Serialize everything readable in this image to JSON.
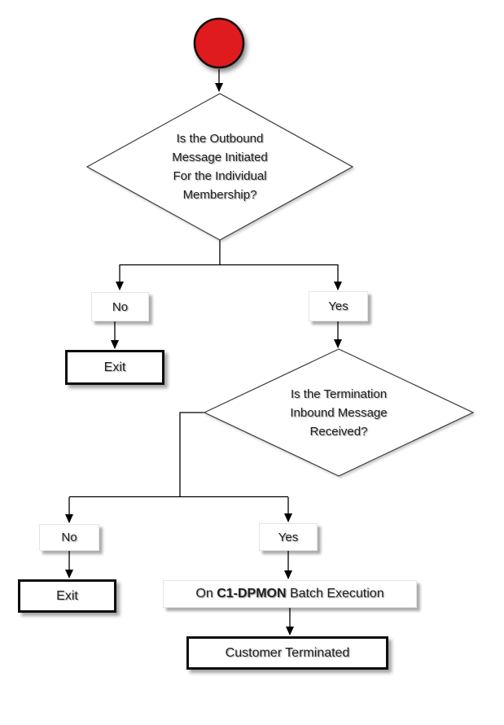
{
  "colors": {
    "start_fill": "#e01b1e",
    "start_stroke": "#1a0d0d",
    "line": "#000000",
    "text": "#1f1f1f"
  },
  "nodes": {
    "decision1": "Is the Outbound\nMessage Initiated\nFor the Individual\nMembership?",
    "no1": "No",
    "yes1": "Yes",
    "exit1": "Exit",
    "decision2": "Is the Termination\nInbound Message\nReceived?",
    "no2": "No",
    "yes2": "Yes",
    "exit2": "Exit",
    "batch_prefix": "On ",
    "batch_code": "C1-DPMON",
    "batch_suffix": " Batch Execution",
    "terminal": "Customer Terminated"
  }
}
